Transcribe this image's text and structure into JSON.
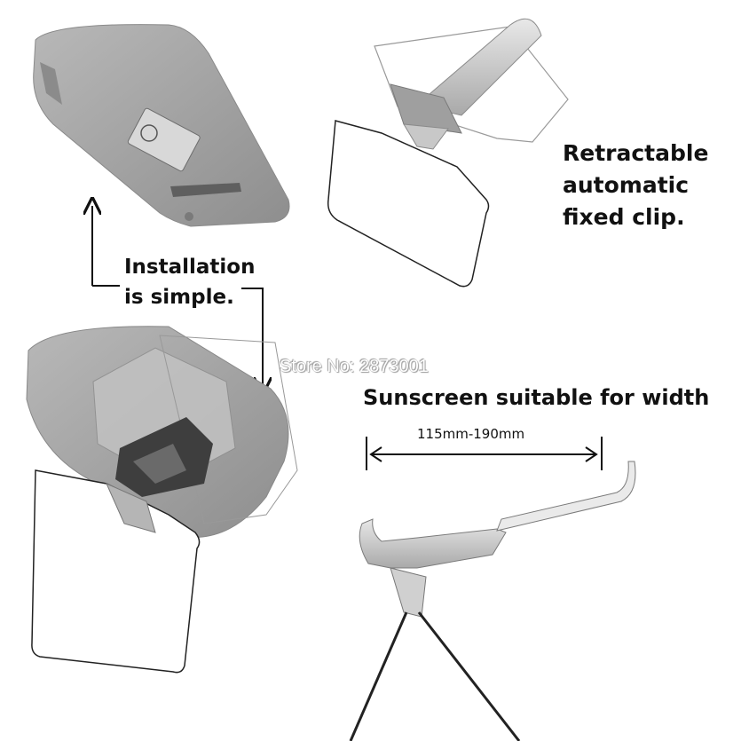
{
  "captions": {
    "clip": [
      "Retractable",
      "automatic",
      "fixed clip."
    ],
    "install": [
      "Installation",
      "is simple."
    ],
    "width_title": "Sunscreen suitable for width",
    "width_range": "115mm-190mm"
  },
  "watermark": "Store No: 2873001",
  "colors": {
    "visor": "#a6a6a6",
    "visor_dark": "#7a7a7a",
    "line": "#222222",
    "background": "#ffffff"
  }
}
